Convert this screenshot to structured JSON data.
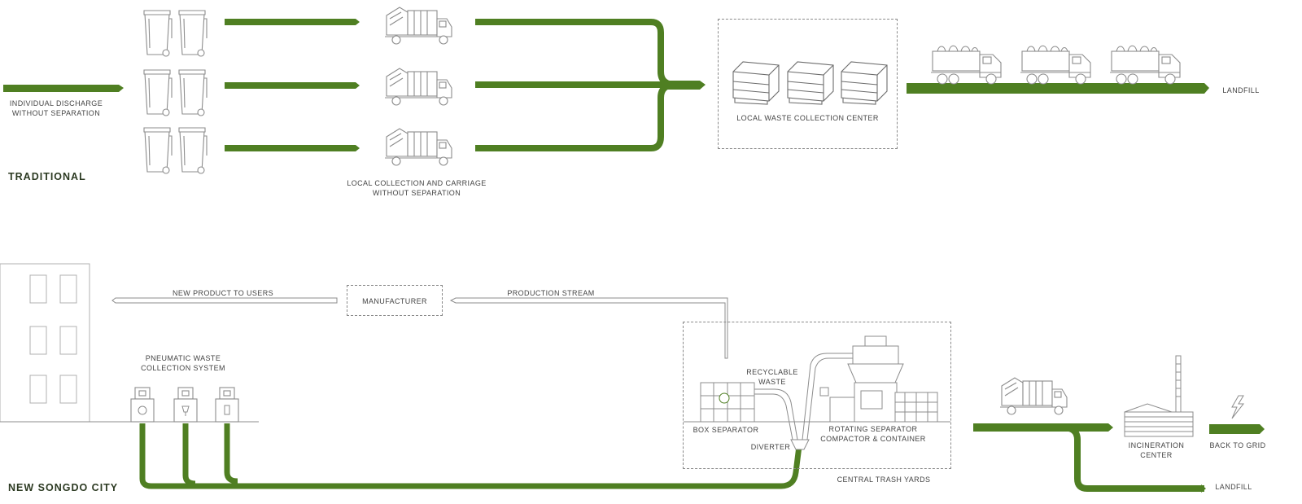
{
  "colors": {
    "flow": "#4f7f22",
    "line": "#8a8a8a",
    "text": "#444444"
  },
  "traditional": {
    "section_title": "TRADITIONAL",
    "discharge_label": [
      "INDIVIDUAL DISCHARGE",
      "WITHOUT SEPARATION"
    ],
    "collection_label": [
      "LOCAL COLLECTION AND CARRIAGE",
      "WITHOUT SEPARATION"
    ],
    "center_label": "LOCAL WASTE COLLECTION CENTER",
    "landfill_label": "LANDFILL"
  },
  "songdo": {
    "section_title": "NEW SONGDO CITY",
    "new_product_label": "NEW PRODUCT TO USERS",
    "manufacturer_label": "MANUFACTURER",
    "production_label": "PRODUCTION STREAM",
    "pneumatic_label": [
      "PNEUMATIC WASTE",
      "COLLECTION SYSTEM"
    ],
    "recyclable_label": [
      "RECYCLABLE",
      "WASTE"
    ],
    "box_separator_label": "BOX SEPARATOR",
    "diverter_label": "DIVERTER",
    "rotating_label": [
      "ROTATING SEPARATOR",
      "COMPACTOR & CONTAINER"
    ],
    "trash_yards_label": "CENTRAL TRASH YARDS",
    "incineration_label": [
      "INCINERATION",
      "CENTER"
    ],
    "grid_label": "BACK TO GRID",
    "landfill_label": "LANDFILL"
  },
  "icons": [
    "waste-bin-icon",
    "garbage-truck-icon",
    "dump-truck-icon",
    "container-icon",
    "building-icon",
    "pneumatic-inlet-icon",
    "recycle-icon",
    "lightning-icon",
    "incinerator-icon"
  ]
}
